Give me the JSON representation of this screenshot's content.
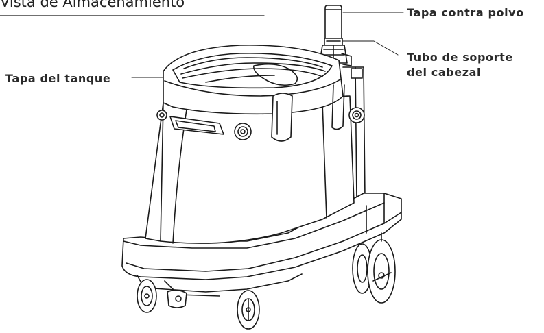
{
  "title": "Vista de Almacenamiento",
  "callouts": {
    "dust_cap": "Tapa contra polvo",
    "head_tube_line1": "Tubo de soporte",
    "head_tube_line2": "del cabezal",
    "tank_lid": "Tapa del tanque"
  },
  "colors": {
    "line": "#1a1a1a",
    "text": "#2a2a2a"
  }
}
